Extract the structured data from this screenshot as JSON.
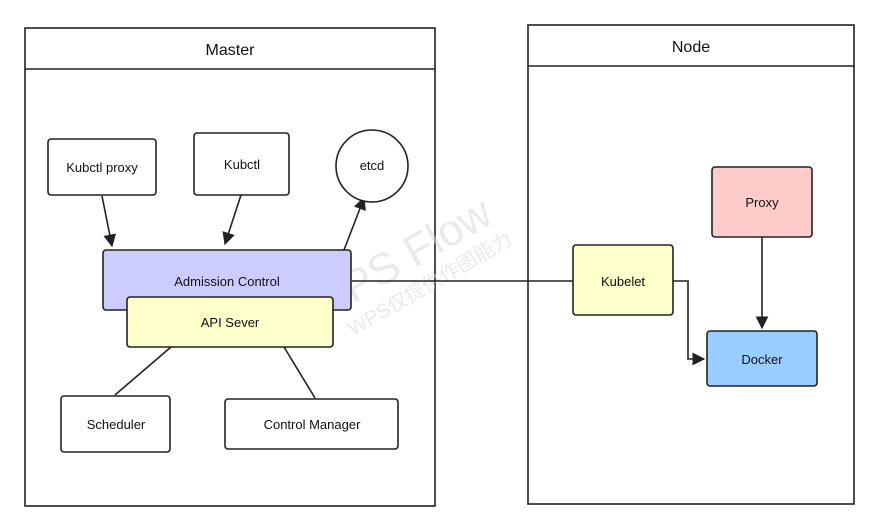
{
  "containers": {
    "master": {
      "title": "Master"
    },
    "node": {
      "title": "Node"
    }
  },
  "nodes": {
    "kubectl_proxy": "Kubctl proxy",
    "kubectl": "Kubctl",
    "etcd": "etcd",
    "admission_control": "Admission Control",
    "api_server": "API Sever",
    "scheduler": "Scheduler",
    "control_manager": "Control Manager",
    "kubelet": "Kubelet",
    "proxy": "Proxy",
    "docker": "Docker"
  },
  "watermark": {
    "line1": "WPS Flow",
    "line2": "WPS仅提供作图能力"
  },
  "colors": {
    "admission_control_fill": "#ccccff",
    "api_server_fill": "#ffffcc",
    "kubelet_fill": "#ffffcc",
    "proxy_fill": "#ffcccc",
    "docker_fill": "#99ccff",
    "line": "#222222"
  }
}
